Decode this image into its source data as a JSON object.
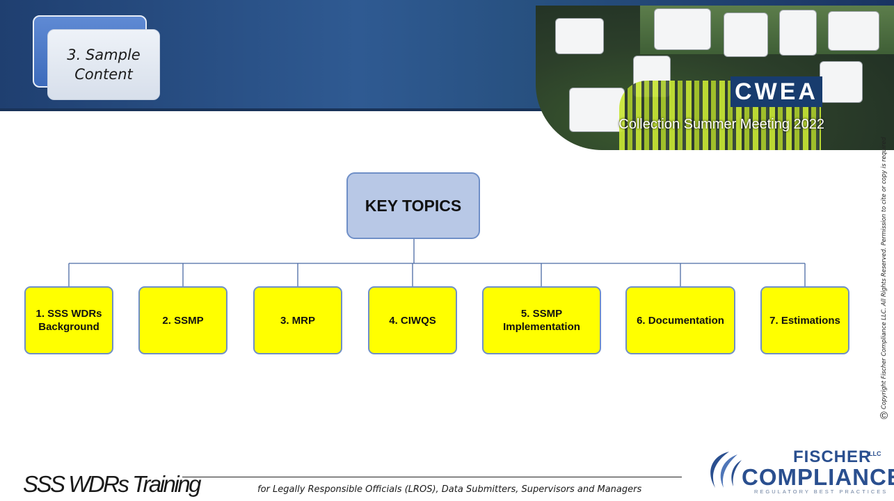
{
  "section_tag": "3. Sample\nContent",
  "header_photo": {
    "org_logo": "CWEA",
    "event_text": "Collection Summer Meeting 2022"
  },
  "diagram": {
    "root": "KEY TOPICS",
    "topics": [
      "1. SSS WDRs\nBackground",
      "2. SSMP",
      "3. MRP",
      "4. CIWQS",
      "5. SSMP\nImplementation",
      "6. Documentation",
      "7. Estimations"
    ],
    "colors": {
      "root_fill": "#b8c8e6",
      "topic_fill": "#ffff00",
      "border": "#6f8fc7",
      "connector": "#4a6aa5"
    }
  },
  "copyright": {
    "icon": "copyright-circle-icon",
    "text": "Copyright Fischer Compliance LLC. All Rights Reserved. Permission to cite or copy is required"
  },
  "footer": {
    "title": "SSS WDRs Training",
    "subtitle": "for Legally Responsible Officials (LROS), Data Submitters, Supervisors and Managers"
  },
  "logo": {
    "fischer": "FISCHER",
    "llc": "LLC",
    "compliance": "COMPLIANCE",
    "tagline": "REGULATORY BEST PRACTICES"
  }
}
